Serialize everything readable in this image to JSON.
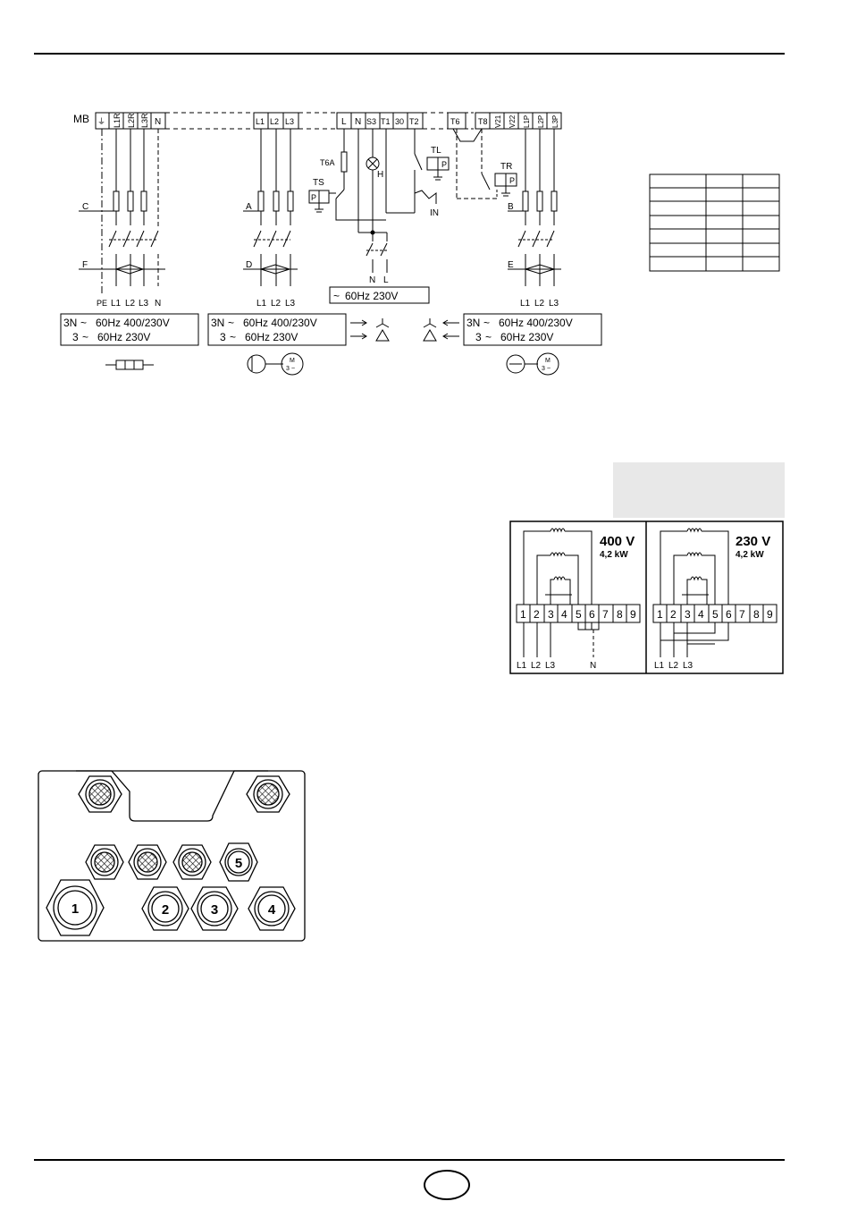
{
  "mb": {
    "label": "MB",
    "left_terminals": [
      "⏚",
      "L1R",
      "L2R",
      "L3R",
      "N"
    ],
    "mid_terminals": [
      "L1",
      "L2",
      "L3"
    ],
    "ctrl_terminals": [
      "L",
      "N",
      "S3",
      "T1",
      "30",
      "T2"
    ],
    "right_terminals": [
      "T6",
      "T8",
      "V21",
      "V22",
      "L1P",
      "L2P",
      "L3P"
    ]
  },
  "letters": {
    "c": "C",
    "f": "F",
    "a": "A",
    "d": "D",
    "b": "B",
    "e": "E"
  },
  "components": {
    "t6a": "T6A",
    "ts": "TS",
    "tl": "TL",
    "tr": "TR",
    "h": "H",
    "in": "IN",
    "p": "P"
  },
  "bottom_labels": {
    "left": [
      "PE",
      "L1",
      "L2",
      "L3",
      "N"
    ],
    "mid": [
      "L1",
      "L2",
      "L3"
    ],
    "ctrl": [
      "N",
      "L"
    ],
    "right": [
      "L1",
      "L2",
      "L3"
    ]
  },
  "supply": {
    "control": "60Hz  230V",
    "line1": "3N",
    "line1b": "60Hz  400/230V",
    "line2": "3",
    "line2b": "60Hz  230V"
  },
  "motor_symbol": {
    "m": "M",
    "three": "3"
  },
  "heater_wiring": {
    "panel_400": {
      "voltage": "400 V",
      "power": "4,2 kW",
      "supply_labels": [
        "L1",
        "L2",
        "L3",
        "N"
      ]
    },
    "panel_230": {
      "voltage": "230 V",
      "power": "4,2 kW",
      "supply_labels": [
        "L1",
        "L2",
        "L3"
      ]
    },
    "terminals": [
      "1",
      "2",
      "3",
      "4",
      "5",
      "6",
      "7",
      "8",
      "9"
    ]
  },
  "gland_plate": {
    "numbers": [
      "1",
      "2",
      "3",
      "4",
      "5"
    ]
  }
}
